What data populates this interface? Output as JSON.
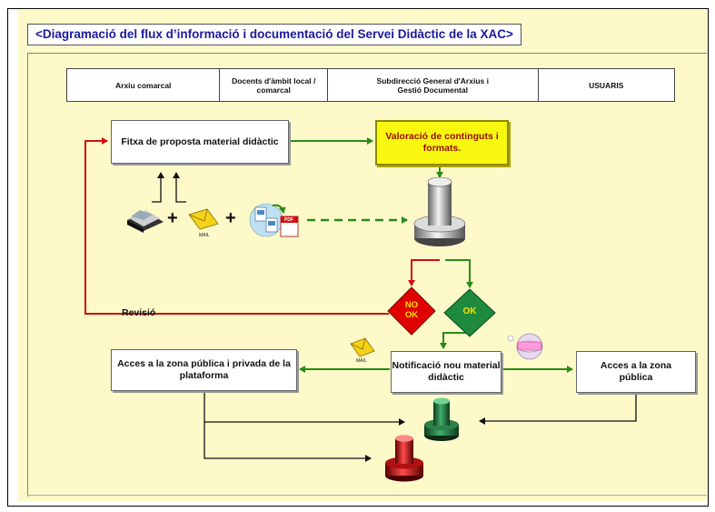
{
  "title": "<Diagramació del flux d’informació i documentació del Servei Didàctic de la XAC>",
  "lanes": [
    "Arxiu comarcal",
    "Docents d'àmbit local / comarcal",
    "Subdirecció General d'Arxius i Gestió Documental",
    "USUARIS"
  ],
  "boxes": {
    "proposal": "Fitxa de proposta material didàctic",
    "evaluation": "Valoració de continguts i formats.",
    "access_full": "Acces a la zona pública i privada de la plataforma",
    "notification": "Notificació nou material didàctic",
    "access_public": "Acces a la zona pública"
  },
  "decisions": {
    "no_ok": "NO OK",
    "ok": "OK"
  },
  "revision_label": "Revisió",
  "plus_sign": "+",
  "mail_label": "MAIL",
  "pdf_label": "PDF",
  "colors": {
    "title_text": "#1a1aa0",
    "slide_bg": "#fdf9c8",
    "flow_green": "#2a8a1a",
    "flow_red": "#d01010",
    "decision_no_ok": "#e00000",
    "decision_ok": "#1f8a3e",
    "highlight_box": "#f7f710"
  }
}
